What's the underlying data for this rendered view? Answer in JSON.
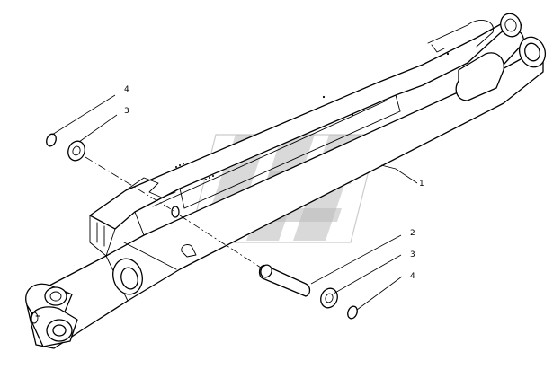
{
  "diagram": {
    "callouts": [
      {
        "id": "c-1-upper",
        "text": "1",
        "part": "boom arm"
      },
      {
        "id": "c-2",
        "text": "2",
        "part": "pin"
      },
      {
        "id": "c-3-lower",
        "text": "3",
        "part": "washer"
      },
      {
        "id": "c-4-lower",
        "text": "4",
        "part": "circlip"
      },
      {
        "id": "c-4-upper",
        "text": "4",
        "part": "circlip"
      },
      {
        "id": "c-3-upper",
        "text": "3",
        "part": "washer"
      }
    ]
  },
  "colors": {
    "line": "#000000",
    "watermark": "#b9b9b9",
    "background": "#ffffff"
  }
}
